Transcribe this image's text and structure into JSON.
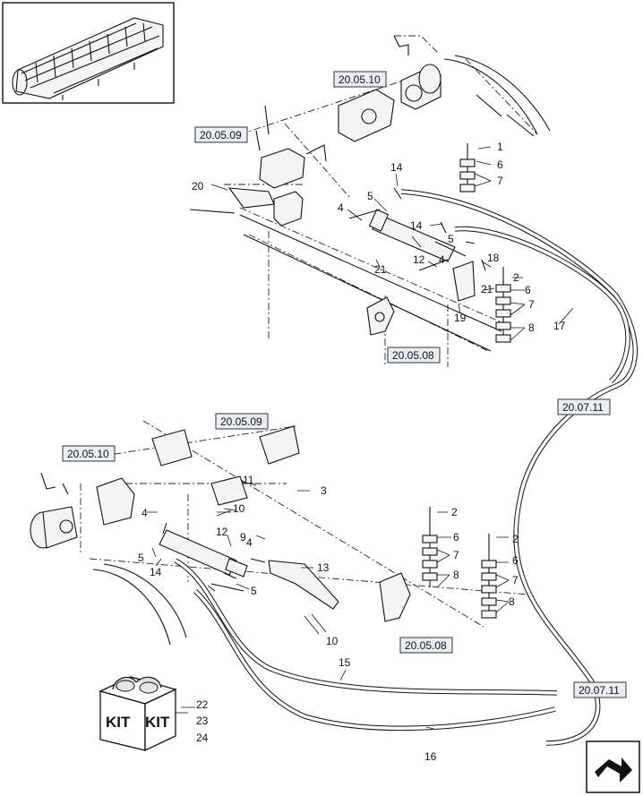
{
  "reference_labels": {
    "ref_top_20_05_10": "20.05.10",
    "ref_top_20_05_09": "20.05.09",
    "ref_top_20_05_08": "20.05.08",
    "ref_right_20_07_11_upper": "20.07.11",
    "ref_bot_20_05_09": "20.05.09",
    "ref_bot_20_05_10": "20.05.10",
    "ref_bot_20_05_08": "20.05.08",
    "ref_right_20_07_11_lower": "20.07.11"
  },
  "callouts": {
    "c1": "1",
    "c6a": "6",
    "c7a": "7",
    "c14a": "14",
    "c20": "20",
    "c5a": "5",
    "c4a": "4",
    "c14b": "14",
    "c5b": "5",
    "c12a": "12",
    "c4b": "4",
    "c18": "18",
    "c2a": "2",
    "c21a": "21",
    "c21b": "21",
    "c6b": "6",
    "c7b": "7",
    "c19": "19",
    "c8a": "8",
    "c17": "17",
    "c11": "11",
    "c3": "3",
    "c10a": "10",
    "c4c": "4",
    "c9": "9",
    "c12b": "12",
    "c4d": "4",
    "c5c": "5",
    "c14c": "14",
    "c5d": "5",
    "c13": "13",
    "c10b": "10",
    "c2b": "2",
    "c6c": "6",
    "c7c": "7",
    "c8b": "8",
    "c2c": "2",
    "c6d": "6",
    "c7d": "7",
    "c8c": "8",
    "c15": "15",
    "c16": "16"
  },
  "kit": {
    "box_label_left": "KIT",
    "box_label_right": "KIT",
    "items": [
      "22",
      "23",
      "24"
    ]
  },
  "icons": {
    "thumbnail": "header-overview-icon",
    "kit_box": "kit-box-icon",
    "nav": "next-page-arrow-icon"
  }
}
